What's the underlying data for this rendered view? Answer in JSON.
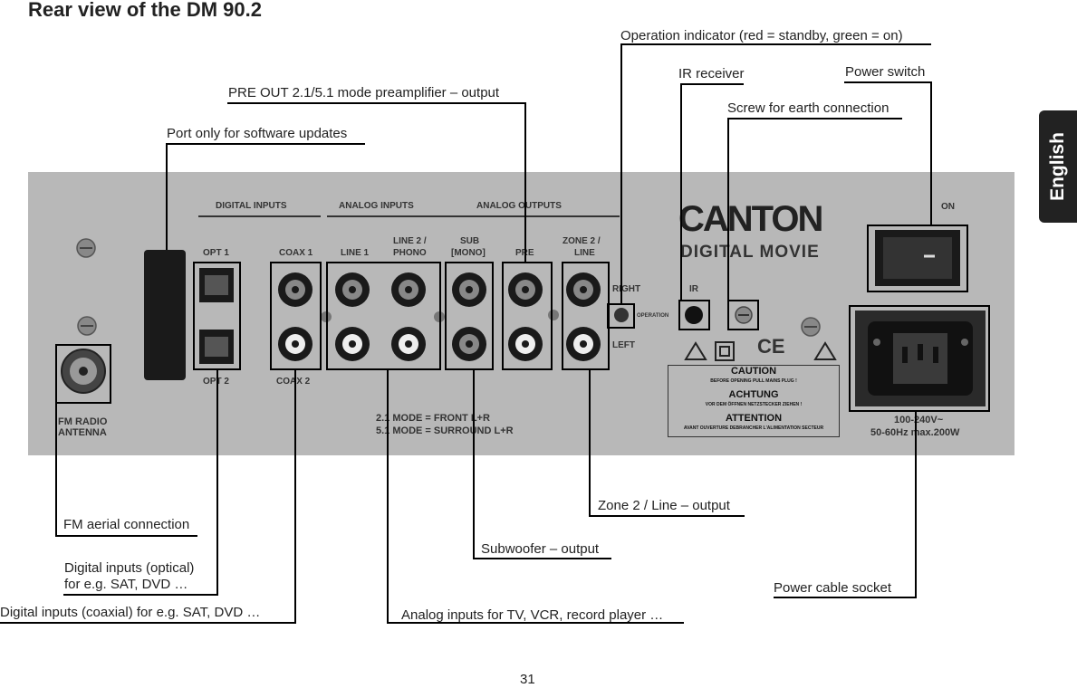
{
  "title": "Rear view of the DM 90.2",
  "side_tab": "English",
  "page_number": "31",
  "labels": {
    "operation": "Operation indicator (red = standby, green = on)",
    "ir": "IR receiver",
    "power_switch": "Power switch",
    "preout": "PRE OUT 2.1/5.1 mode preamplifier – output",
    "earth": "Screw for earth connection",
    "port": "Port only for software updates",
    "fm": "FM aerial connection",
    "optical_1": "Digital inputs (optical)",
    "optical_2": "for e.g. SAT, DVD …",
    "coaxial": "Digital inputs (coaxial) for e.g. SAT, DVD …",
    "zone2": "Zone 2 / Line – output",
    "sub": "Subwoofer – output",
    "power_cable": "Power cable socket",
    "analog": "Analog inputs for TV, VCR, record player …"
  },
  "panel": {
    "digital_inputs": "DIGITAL  INPUTS",
    "analog_inputs": "ANALOG  INPUTS",
    "analog_outputs": "ANALOG  OUTPUTS",
    "opt1": "OPT 1",
    "opt2": "OPT 2",
    "coax1": "COAX 1",
    "coax2": "COAX 2",
    "line1": "LINE 1",
    "line2a": "LINE 2 /",
    "line2b": "PHONO",
    "suba": "SUB",
    "subb": "[MONO]",
    "pre": "PRE",
    "zonea": "ZONE 2 /",
    "zoneb": "LINE",
    "right": "RIGHT",
    "left": "LEFT",
    "operation": "OPERATION",
    "ir": "IR",
    "on": "ON",
    "brand": "CANTON",
    "brand_sub": "DIGITAL  MOVIE",
    "fm1": "FM  RADIO",
    "fm2": "ANTENNA",
    "mode1": "2.1  MODE = FRONT  L+R",
    "mode2": "5.1  MODE = SURROUND  L+R",
    "caution": "CAUTION",
    "caution_sub": "BEFORE OPENING PULL MAINS PLUG !",
    "achtung": "ACHTUNG",
    "achtung_sub": "VOR DEM ÖFFNEN NETZSTECKER ZIEHEN !",
    "attention": "ATTENTION",
    "attention_sub": "AVANT OUVERTURE DEBRANCHER L'ALIMENTATION SECTEUR",
    "ce": "CE",
    "volt": "100-240V~",
    "hz": "50-60Hz   max.200W"
  }
}
